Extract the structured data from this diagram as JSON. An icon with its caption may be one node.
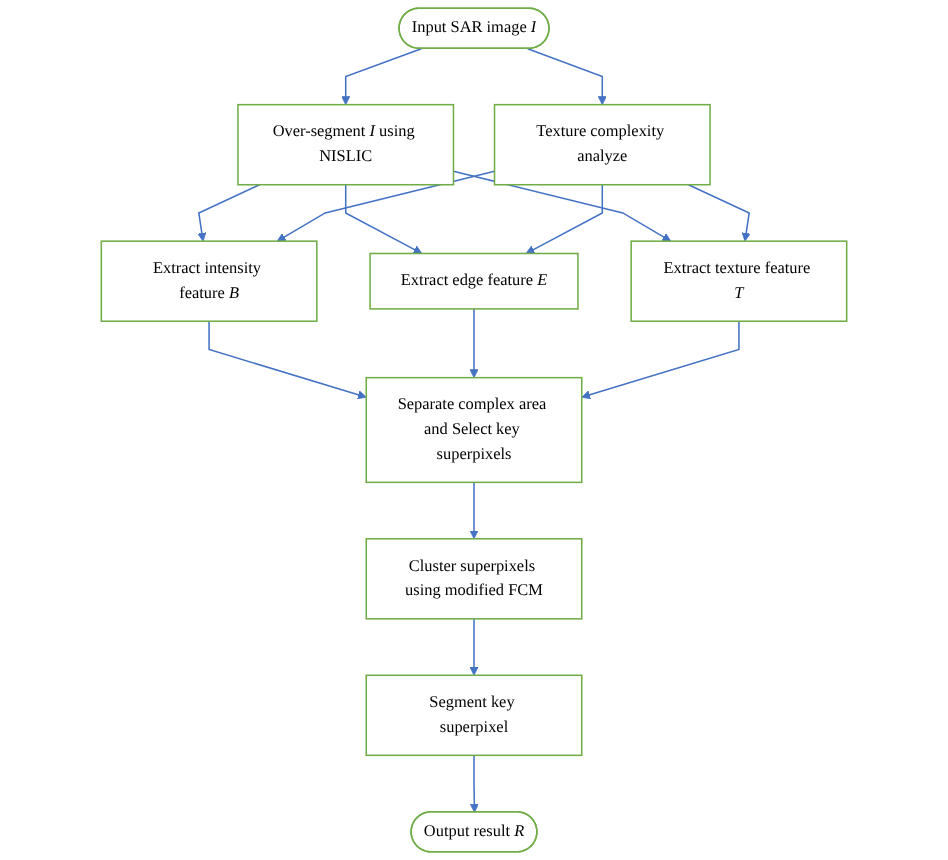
{
  "diagram": {
    "nodes": [
      {
        "text": [
          "Input SAR image *I*"
        ]
      },
      {
        "text": [
          "Over-segment *I* using NISLIC"
        ]
      },
      {
        "text": [
          "Texture complexity analyze"
        ]
      },
      {
        "text": [
          "Extract intensity feature *B*"
        ]
      },
      {
        "text": [
          "Extract edge feature *E*"
        ]
      },
      {
        "text": [
          "Extract texture feature *T*"
        ]
      },
      {
        "text": [
          "Separate complex area and Select key superpixels"
        ]
      },
      {
        "text": [
          "Cluster superpixels using modified FCM"
        ]
      },
      {
        "text": [
          "Segment key superpixel"
        ]
      },
      {
        "text": [
          "Output result *R*"
        ]
      }
    ],
    "edges": [
      {
        "from": 0,
        "to": 1,
        "arrow": "to"
      },
      {
        "from": 0,
        "to": 2,
        "arrow": "to"
      },
      {
        "from": 1,
        "to": 3,
        "arrow": "to"
      },
      {
        "from": 1,
        "to": 4,
        "arrow": "to"
      },
      {
        "from": 1,
        "to": 5,
        "arrow": "to"
      },
      {
        "from": 2,
        "to": 3,
        "arrow": "to"
      },
      {
        "from": 2,
        "to": 4,
        "arrow": "to"
      },
      {
        "from": 2,
        "to": 5,
        "arrow": "to"
      },
      {
        "from": 3,
        "to": 6,
        "arrow": "to"
      },
      {
        "from": 4,
        "to": 6,
        "arrow": "to"
      },
      {
        "from": 5,
        "to": 6,
        "arrow": "to"
      },
      {
        "from": 6,
        "to": 7,
        "arrow": "to"
      },
      {
        "from": 7,
        "to": 8,
        "arrow": "to"
      },
      {
        "from": 8,
        "to": 9,
        "arrow": "to"
      }
    ]
  }
}
